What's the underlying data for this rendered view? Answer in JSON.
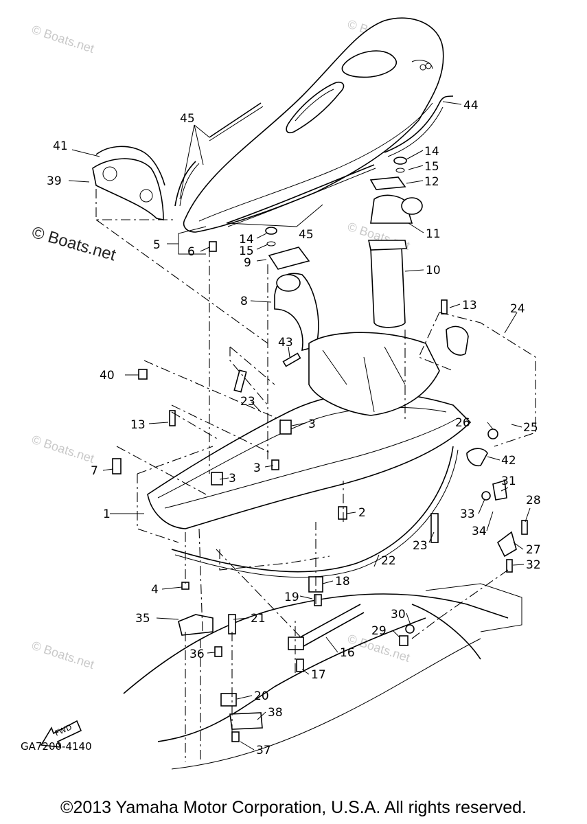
{
  "diagram": {
    "drawing_code": "GA7200-4140",
    "fwd_label": "FWD",
    "copyright": "©2013 Yamaha Motor Corporation, U.S.A. All rights reserved.",
    "watermark_main": "© Boats.net",
    "watermark_faint": "© Boats.net",
    "callouts": [
      {
        "id": "c44",
        "text": "44"
      },
      {
        "id": "c45a",
        "text": "45"
      },
      {
        "id": "c41",
        "text": "41"
      },
      {
        "id": "c39",
        "text": "39"
      },
      {
        "id": "c14a",
        "text": "14"
      },
      {
        "id": "c15a",
        "text": "15"
      },
      {
        "id": "c12",
        "text": "12"
      },
      {
        "id": "c11",
        "text": "11"
      },
      {
        "id": "c45b",
        "text": "45"
      },
      {
        "id": "c5",
        "text": "5"
      },
      {
        "id": "c6",
        "text": "6"
      },
      {
        "id": "c14b",
        "text": "14"
      },
      {
        "id": "c15b",
        "text": "15"
      },
      {
        "id": "c9",
        "text": "9"
      },
      {
        "id": "c10",
        "text": "10"
      },
      {
        "id": "c8",
        "text": "8"
      },
      {
        "id": "c13a",
        "text": "13"
      },
      {
        "id": "c24",
        "text": "24"
      },
      {
        "id": "c43",
        "text": "43"
      },
      {
        "id": "c40",
        "text": "40"
      },
      {
        "id": "c23a",
        "text": "23"
      },
      {
        "id": "c13b",
        "text": "13"
      },
      {
        "id": "c3a",
        "text": "3"
      },
      {
        "id": "c26",
        "text": "26"
      },
      {
        "id": "c25",
        "text": "25"
      },
      {
        "id": "c7",
        "text": "7"
      },
      {
        "id": "c3b",
        "text": "3"
      },
      {
        "id": "c3c",
        "text": "3"
      },
      {
        "id": "c42",
        "text": "42"
      },
      {
        "id": "c31",
        "text": "31"
      },
      {
        "id": "c1",
        "text": "1"
      },
      {
        "id": "c2",
        "text": "2"
      },
      {
        "id": "c33",
        "text": "33"
      },
      {
        "id": "c28",
        "text": "28"
      },
      {
        "id": "c34",
        "text": "34"
      },
      {
        "id": "c23b",
        "text": "23"
      },
      {
        "id": "c27",
        "text": "27"
      },
      {
        "id": "c22",
        "text": "22"
      },
      {
        "id": "c32",
        "text": "32"
      },
      {
        "id": "c4",
        "text": "4"
      },
      {
        "id": "c18",
        "text": "18"
      },
      {
        "id": "c19",
        "text": "19"
      },
      {
        "id": "c35",
        "text": "35"
      },
      {
        "id": "c21",
        "text": "21"
      },
      {
        "id": "c30",
        "text": "30"
      },
      {
        "id": "c29",
        "text": "29"
      },
      {
        "id": "c16",
        "text": "16"
      },
      {
        "id": "c36",
        "text": "36"
      },
      {
        "id": "c17",
        "text": "17"
      },
      {
        "id": "c20",
        "text": "20"
      },
      {
        "id": "c38",
        "text": "38"
      },
      {
        "id": "c37",
        "text": "37"
      }
    ]
  }
}
